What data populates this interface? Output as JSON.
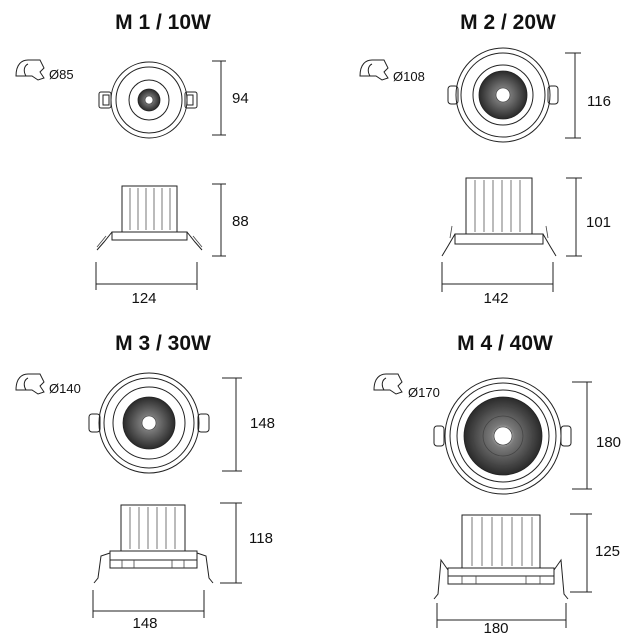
{
  "models": [
    {
      "title": "M 1 / 10W",
      "cutout": "Ø85",
      "front_height": "94",
      "side_height": "88",
      "width": "124"
    },
    {
      "title": "M 2 / 20W",
      "cutout": "Ø108",
      "front_height": "116",
      "side_height": "101",
      "width": "142"
    },
    {
      "title": "M 3 / 30W",
      "cutout": "Ø140",
      "front_height": "148",
      "side_height": "118",
      "width": "148"
    },
    {
      "title": "M 4 / 40W",
      "cutout": "Ø170",
      "front_height": "180",
      "side_height": "125",
      "width": "180"
    }
  ],
  "icons": {
    "cutout": "ceiling-cutout-icon"
  },
  "colors": {
    "line": "#222222",
    "text": "#111111",
    "background": "#ffffff"
  }
}
